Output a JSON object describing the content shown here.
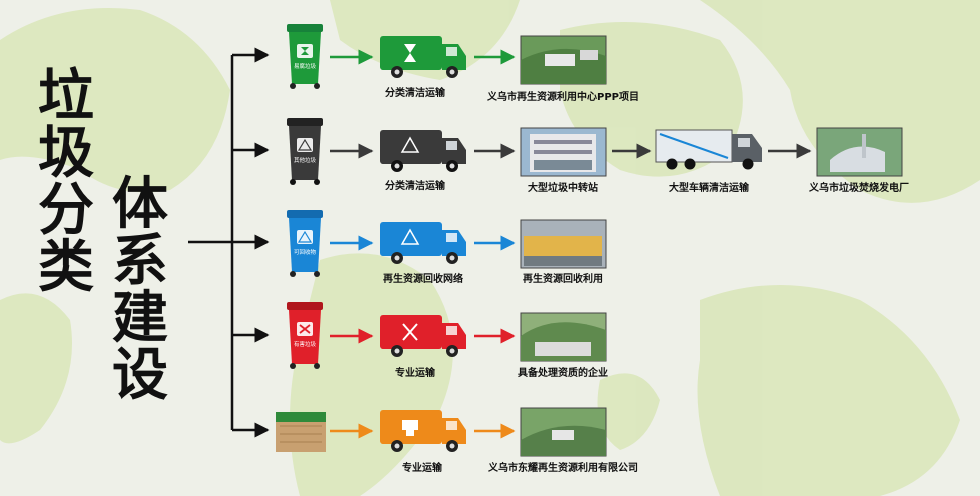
{
  "title": {
    "part1": [
      "垃",
      "圾",
      "分",
      "类"
    ],
    "part2": [
      "体",
      "系",
      "建",
      "设"
    ]
  },
  "colors": {
    "green": "#1e9a3a",
    "black": "#3a3a3a",
    "blue": "#1a86d6",
    "red": "#e0202a",
    "orange": "#ee8a1a"
  },
  "rows": [
    {
      "bin_icon": "kitchen-waste-bin-icon",
      "bin_label": "易腐垃圾",
      "transport_label": "分类清洁运输",
      "destinations": [
        "义乌市再生资源利用中心PPP项目"
      ]
    },
    {
      "bin_icon": "other-waste-bin-icon",
      "bin_label": "其他垃圾",
      "transport_label": "分类清洁运输",
      "destinations": [
        "大型垃圾中转站",
        "大型车辆清洁运输",
        "义乌市垃圾焚烧发电厂"
      ]
    },
    {
      "bin_icon": "recyclable-bin-icon",
      "bin_label": "可回收物",
      "transport_label": "再生资源回收网络",
      "destinations": [
        "再生资源回收利用"
      ]
    },
    {
      "bin_icon": "hazardous-bin-icon",
      "bin_label": "有害垃圾",
      "transport_label": "专业运输",
      "destinations": [
        "具备处理资质的企业"
      ]
    },
    {
      "bin_icon": "bulky-waste-crate-icon",
      "bin_label": "",
      "transport_label": "专业运输",
      "destinations": [
        "义乌市东耀再生资源利用有限公司"
      ]
    }
  ]
}
